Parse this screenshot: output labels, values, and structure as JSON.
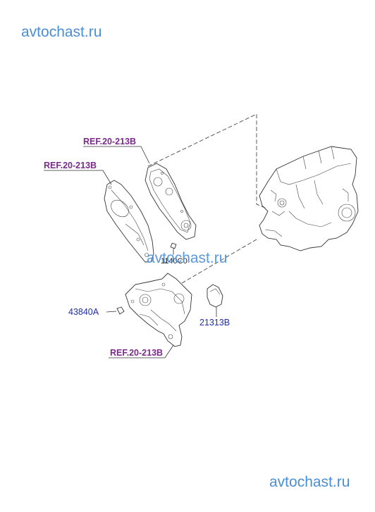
{
  "watermarks": {
    "top": "avtochast.ru",
    "middle": "avtochast.ru",
    "bottom": "avtochast.ru"
  },
  "refs": [
    {
      "prefix": "REF.",
      "code": "20-213B"
    },
    {
      "prefix": "REF.",
      "code": "20-213B"
    },
    {
      "prefix": "REF.",
      "code": "20-213B"
    }
  ],
  "parts": {
    "bolt_under_watermark": "1140C0",
    "bolt_left": "43840A",
    "sensor": "21313B"
  }
}
